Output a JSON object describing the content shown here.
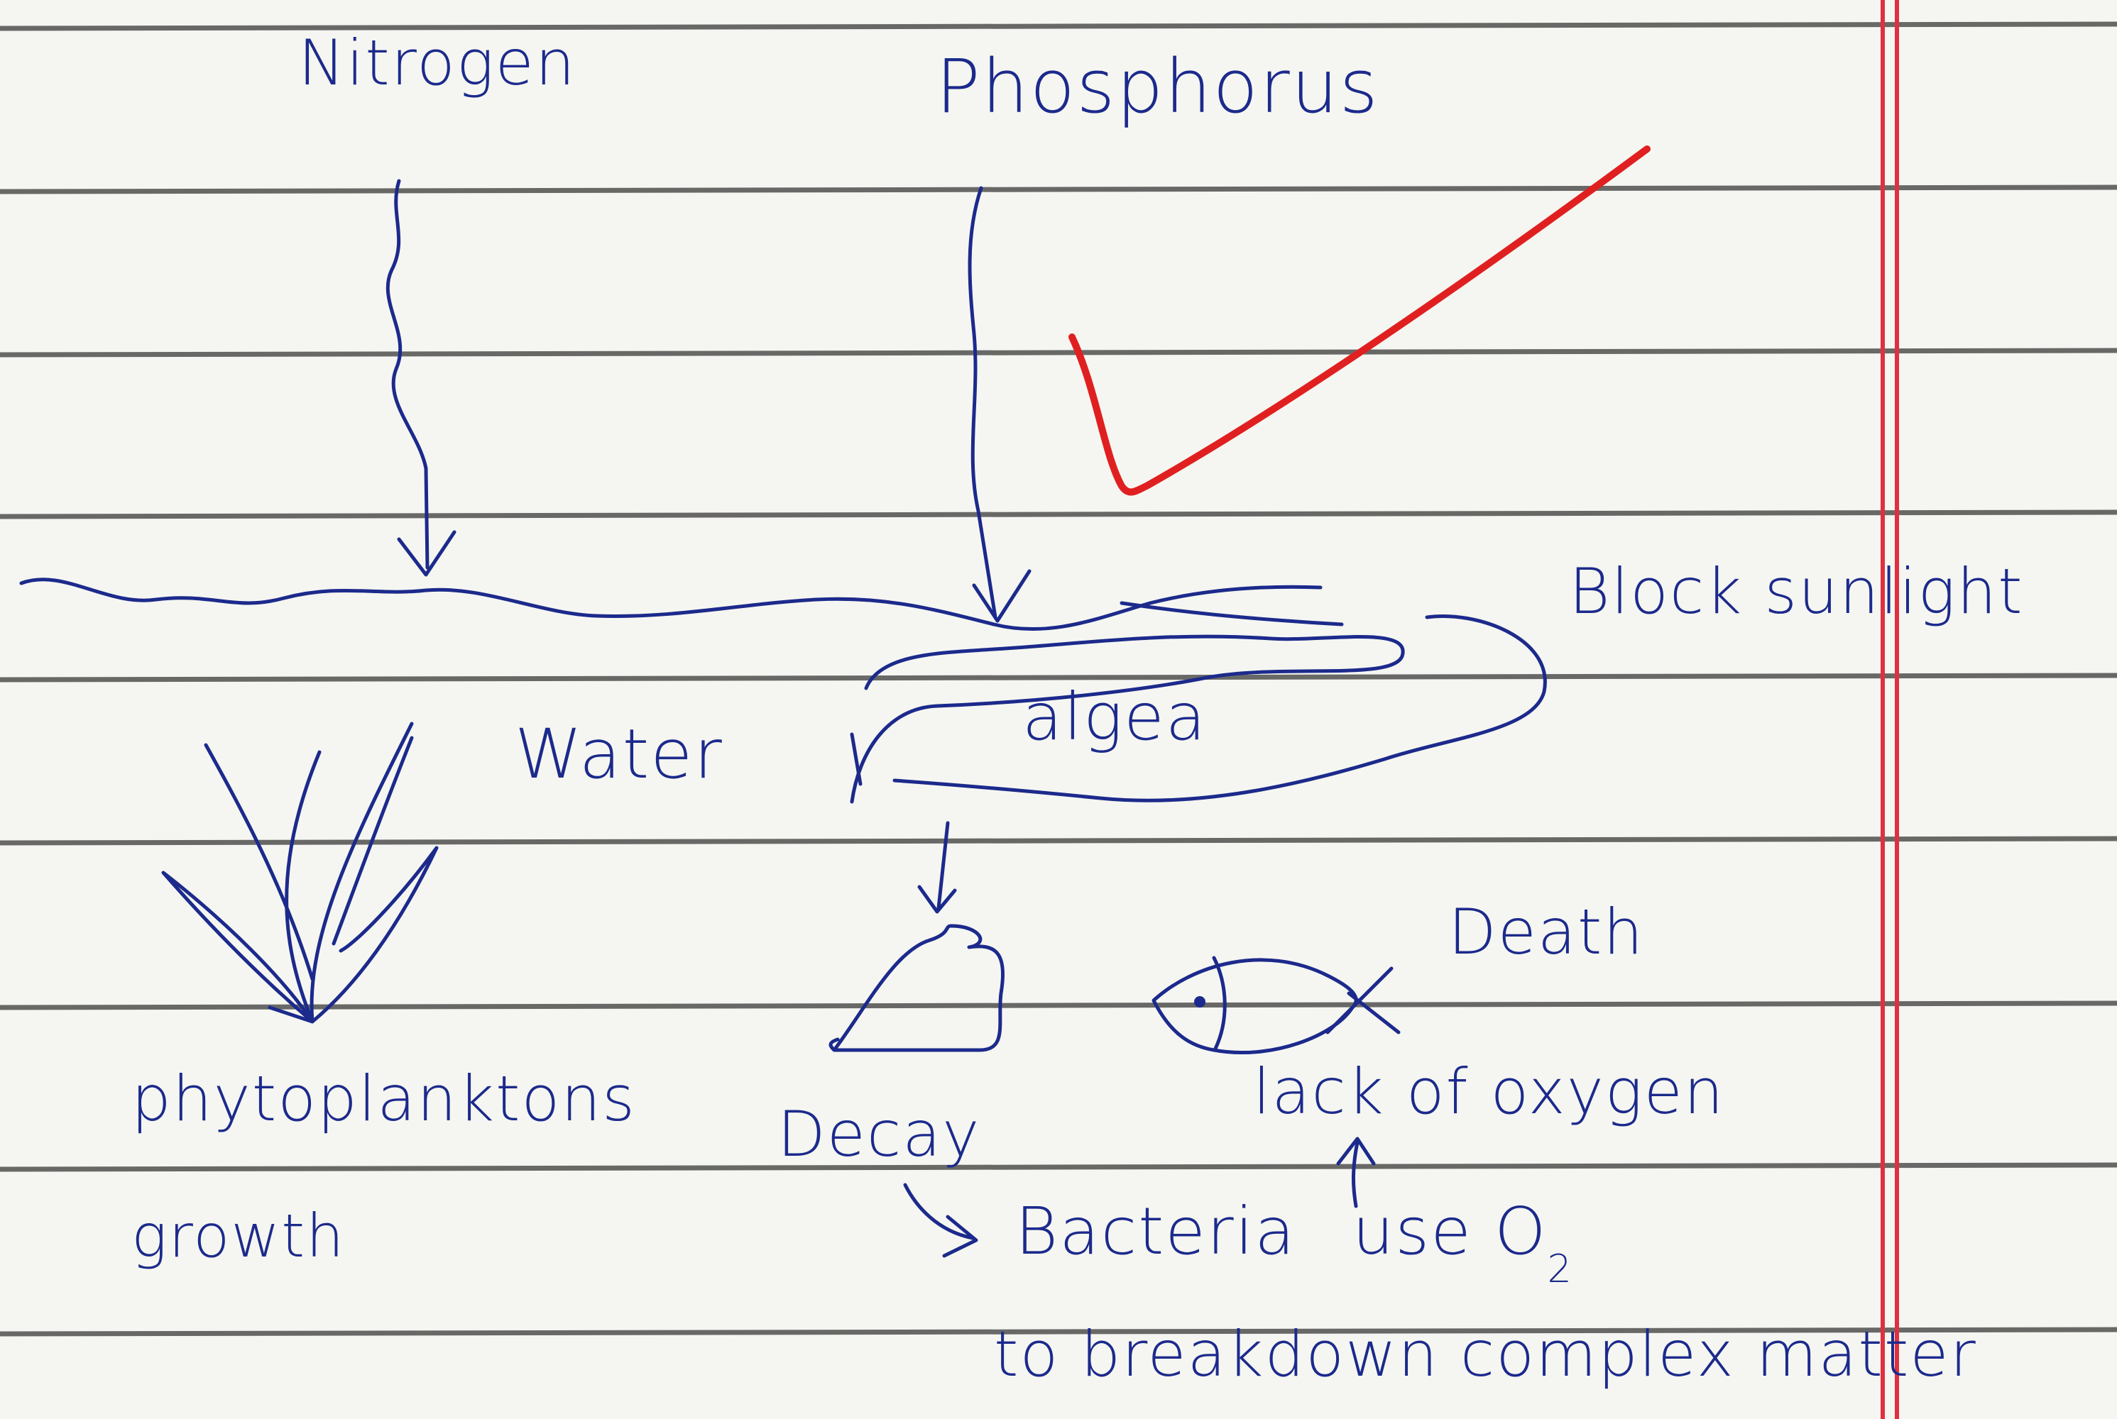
{
  "labels": {
    "nitrogen": "Nitrogen",
    "phosphorus": "Phosphorus",
    "water": "Water",
    "algae": "algea",
    "block_sunlight": "Block sunlight",
    "phytoplankton": "phytoplanktons",
    "growth": "growth",
    "decay": "Decay",
    "death": "Death",
    "lack_of_oxygen": "lack of oxygen",
    "bacteria": "Bacteria",
    "use_o2": "use O",
    "o2_subscript": "2",
    "breakdown": "to breakdown complex matter"
  },
  "colors": {
    "paper": "#f5f6f1",
    "rule_line": "#3a3a3a",
    "margin_line": "#e03040",
    "ink": "#1c2a8c",
    "tick": "#e02020"
  }
}
